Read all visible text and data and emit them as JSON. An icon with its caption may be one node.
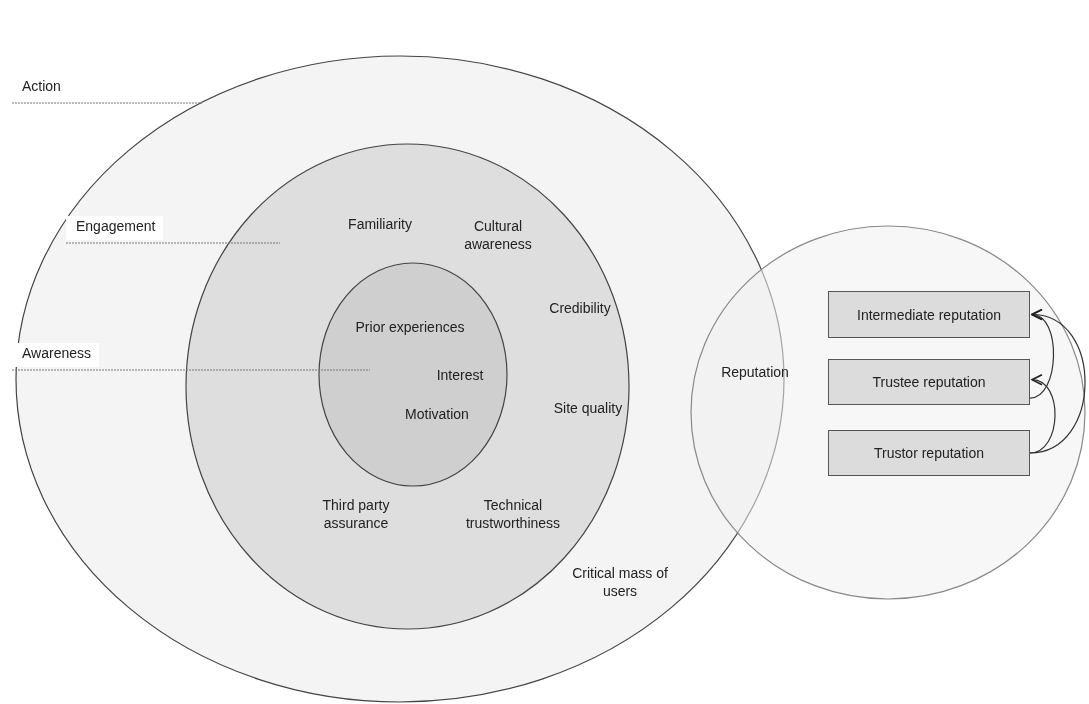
{
  "diagram": {
    "nodes": [
      {
        "text": [
          "Critical mass of users"
        ]
      },
      {
        "text": [
          "Familiarity",
          "Cultural awareness",
          "Credibility",
          "Site quality",
          "Third party assurance",
          "Technical trustworthiness"
        ],
        "in": 0
      },
      {
        "text": [
          "Prior experiences",
          "Interest",
          "Motivation"
        ],
        "in": 1
      },
      {
        "text": [
          "Reputation"
        ]
      },
      {
        "text": [
          "Intermediate reputation"
        ],
        "in": 3
      },
      {
        "text": [
          "Trustee reputation"
        ],
        "in": 3
      },
      {
        "text": [
          "Trustor reputation"
        ],
        "in": 3
      },
      {
        "text": [
          "Action"
        ]
      },
      {
        "text": [
          "Engagement"
        ],
        "in": 0
      },
      {
        "text": [
          "Awareness"
        ],
        "in": 0
      }
    ],
    "edges": [
      {
        "from": 7,
        "to": 0,
        "arrow": "none",
        "style": "dashed"
      },
      {
        "from": 8,
        "to": 1,
        "arrow": "none",
        "style": "dashed"
      },
      {
        "from": 9,
        "to": 2,
        "arrow": "none",
        "style": "dashed"
      },
      {
        "from": 5,
        "to": 4,
        "arrow": "to"
      },
      {
        "from": 6,
        "to": 5,
        "arrow": "to"
      },
      {
        "from": 6,
        "to": 4,
        "arrow": "to"
      }
    ]
  }
}
